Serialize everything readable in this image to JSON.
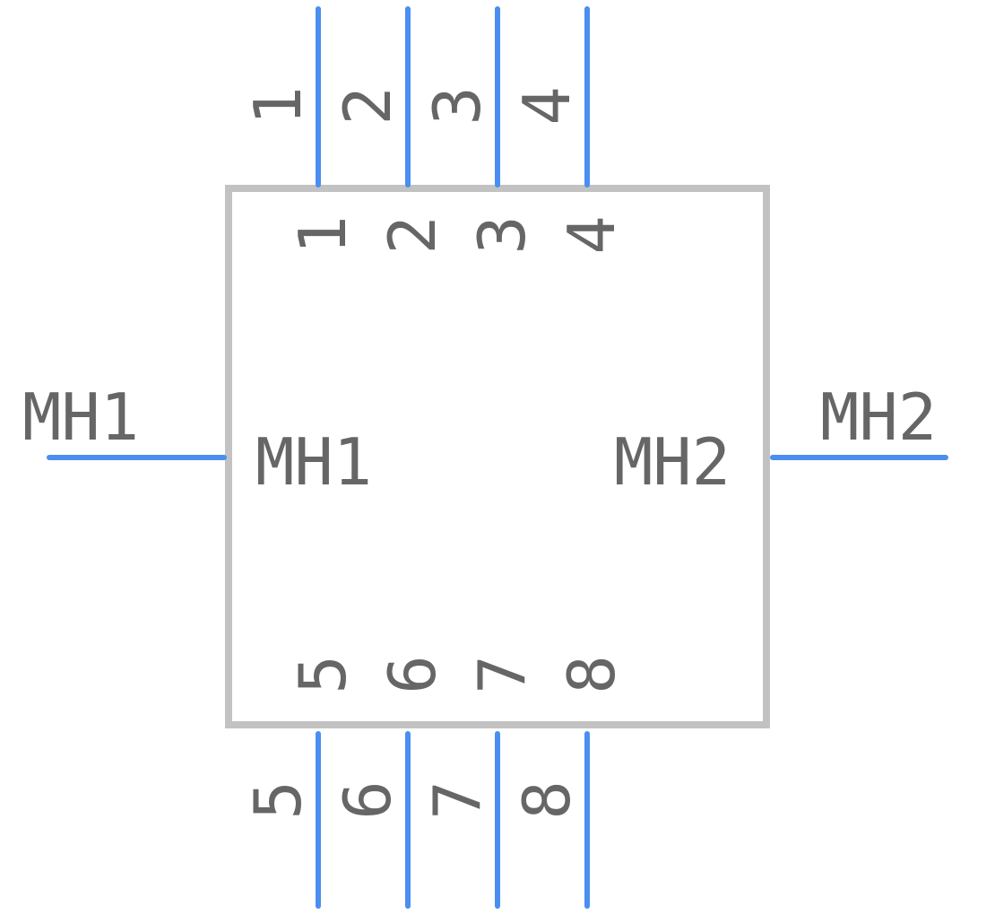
{
  "component": {
    "pins_top": [
      {
        "number": "1",
        "name": "1"
      },
      {
        "number": "2",
        "name": "2"
      },
      {
        "number": "3",
        "name": "3"
      },
      {
        "number": "4",
        "name": "4"
      }
    ],
    "pins_bottom": [
      {
        "number": "5",
        "name": "5"
      },
      {
        "number": "6",
        "name": "6"
      },
      {
        "number": "7",
        "name": "7"
      },
      {
        "number": "8",
        "name": "8"
      }
    ],
    "pin_left": {
      "number": "MH1",
      "name": "MH1"
    },
    "pin_right": {
      "number": "MH2",
      "name": "MH2"
    }
  },
  "colors": {
    "pin": "#4a8ff0",
    "body_outline": "#c2c2c2",
    "text": "#666666",
    "background": "#ffffff"
  }
}
